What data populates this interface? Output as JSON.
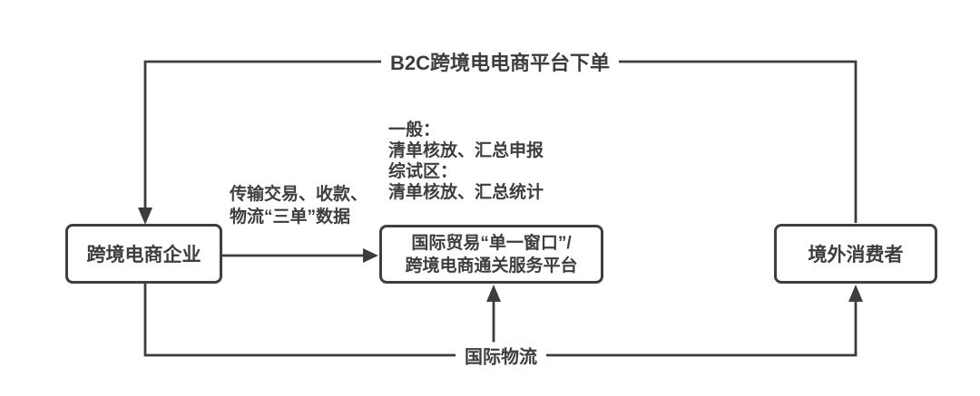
{
  "colors": {
    "line": "#3d3d3d",
    "text": "#3d3d3d",
    "background": "#ffffff"
  },
  "nodes": {
    "enterprise": {
      "label": "跨境电商企业"
    },
    "platform": {
      "line1": "国际贸易“单一窗口”/",
      "line2": "跨境电商通关服务平台"
    },
    "consumer": {
      "label": "境外消费者"
    }
  },
  "edges": {
    "order": {
      "label": "B2C跨境电电商平台下单"
    },
    "transfer": {
      "line1": "传输交易、收款、",
      "line2": "物流“三单”数据"
    },
    "logistics": {
      "label": "国际物流"
    }
  },
  "annotation": {
    "lines": [
      "一般：",
      "清单核放、汇总申报",
      "综试区：",
      "清单核放、汇总统计"
    ]
  }
}
